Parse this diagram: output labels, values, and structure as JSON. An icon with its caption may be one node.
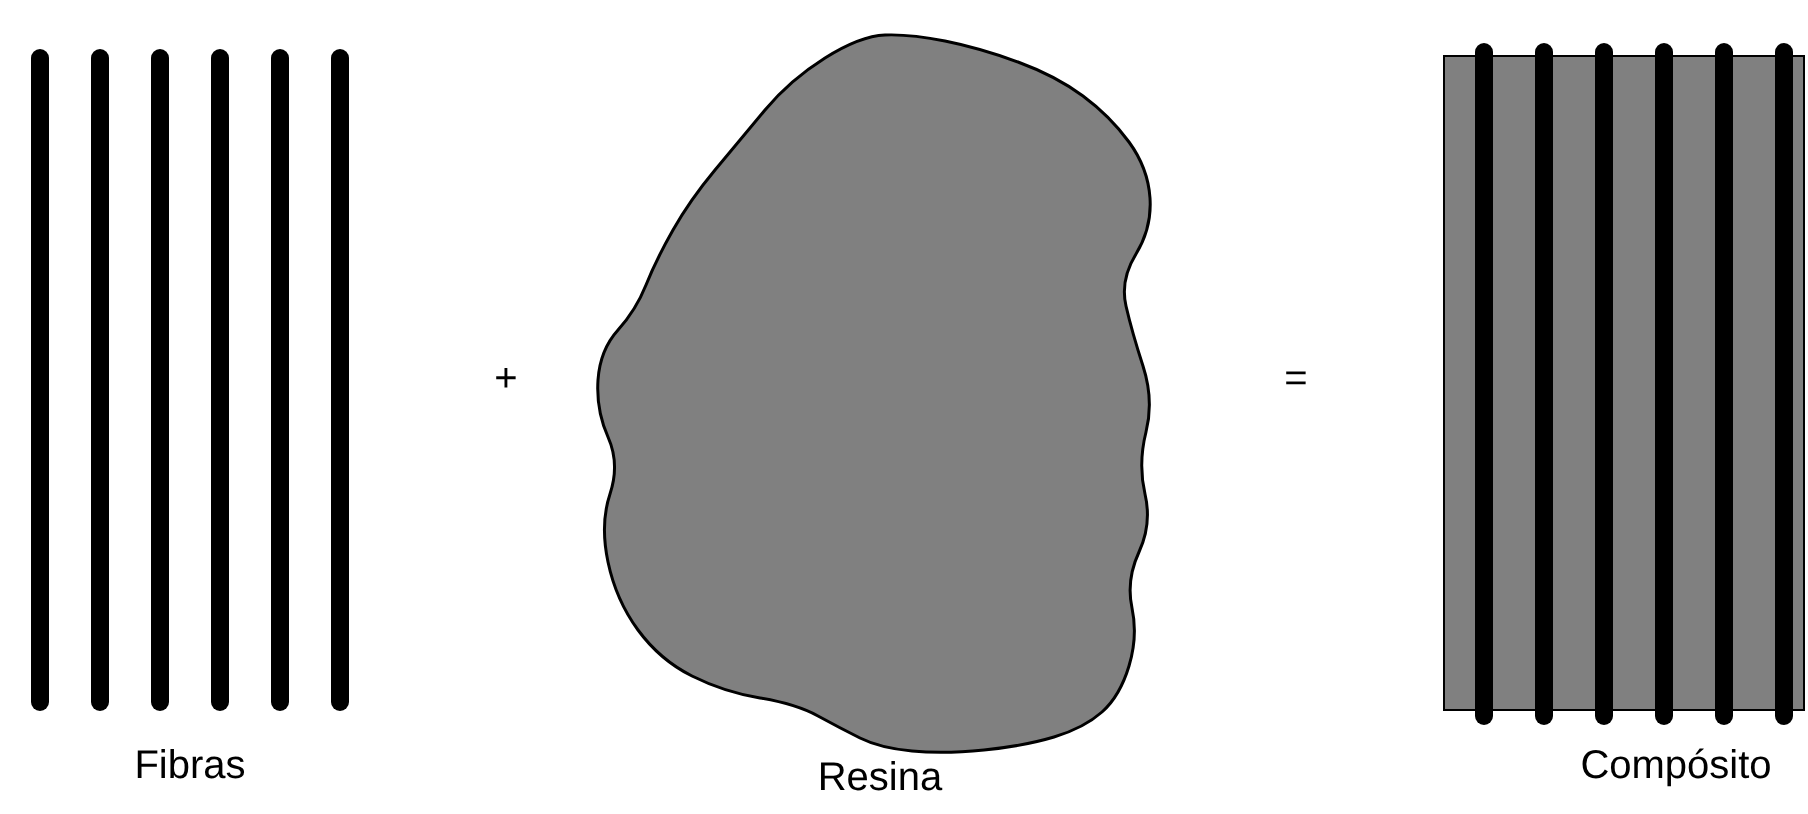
{
  "diagram": {
    "nodes": [
      {
        "text": [
          "Fibras"
        ]
      },
      {
        "text": [
          "Resina"
        ]
      },
      {
        "text": [
          "Compósito"
        ]
      }
    ],
    "labels": [
      "+",
      "="
    ]
  }
}
